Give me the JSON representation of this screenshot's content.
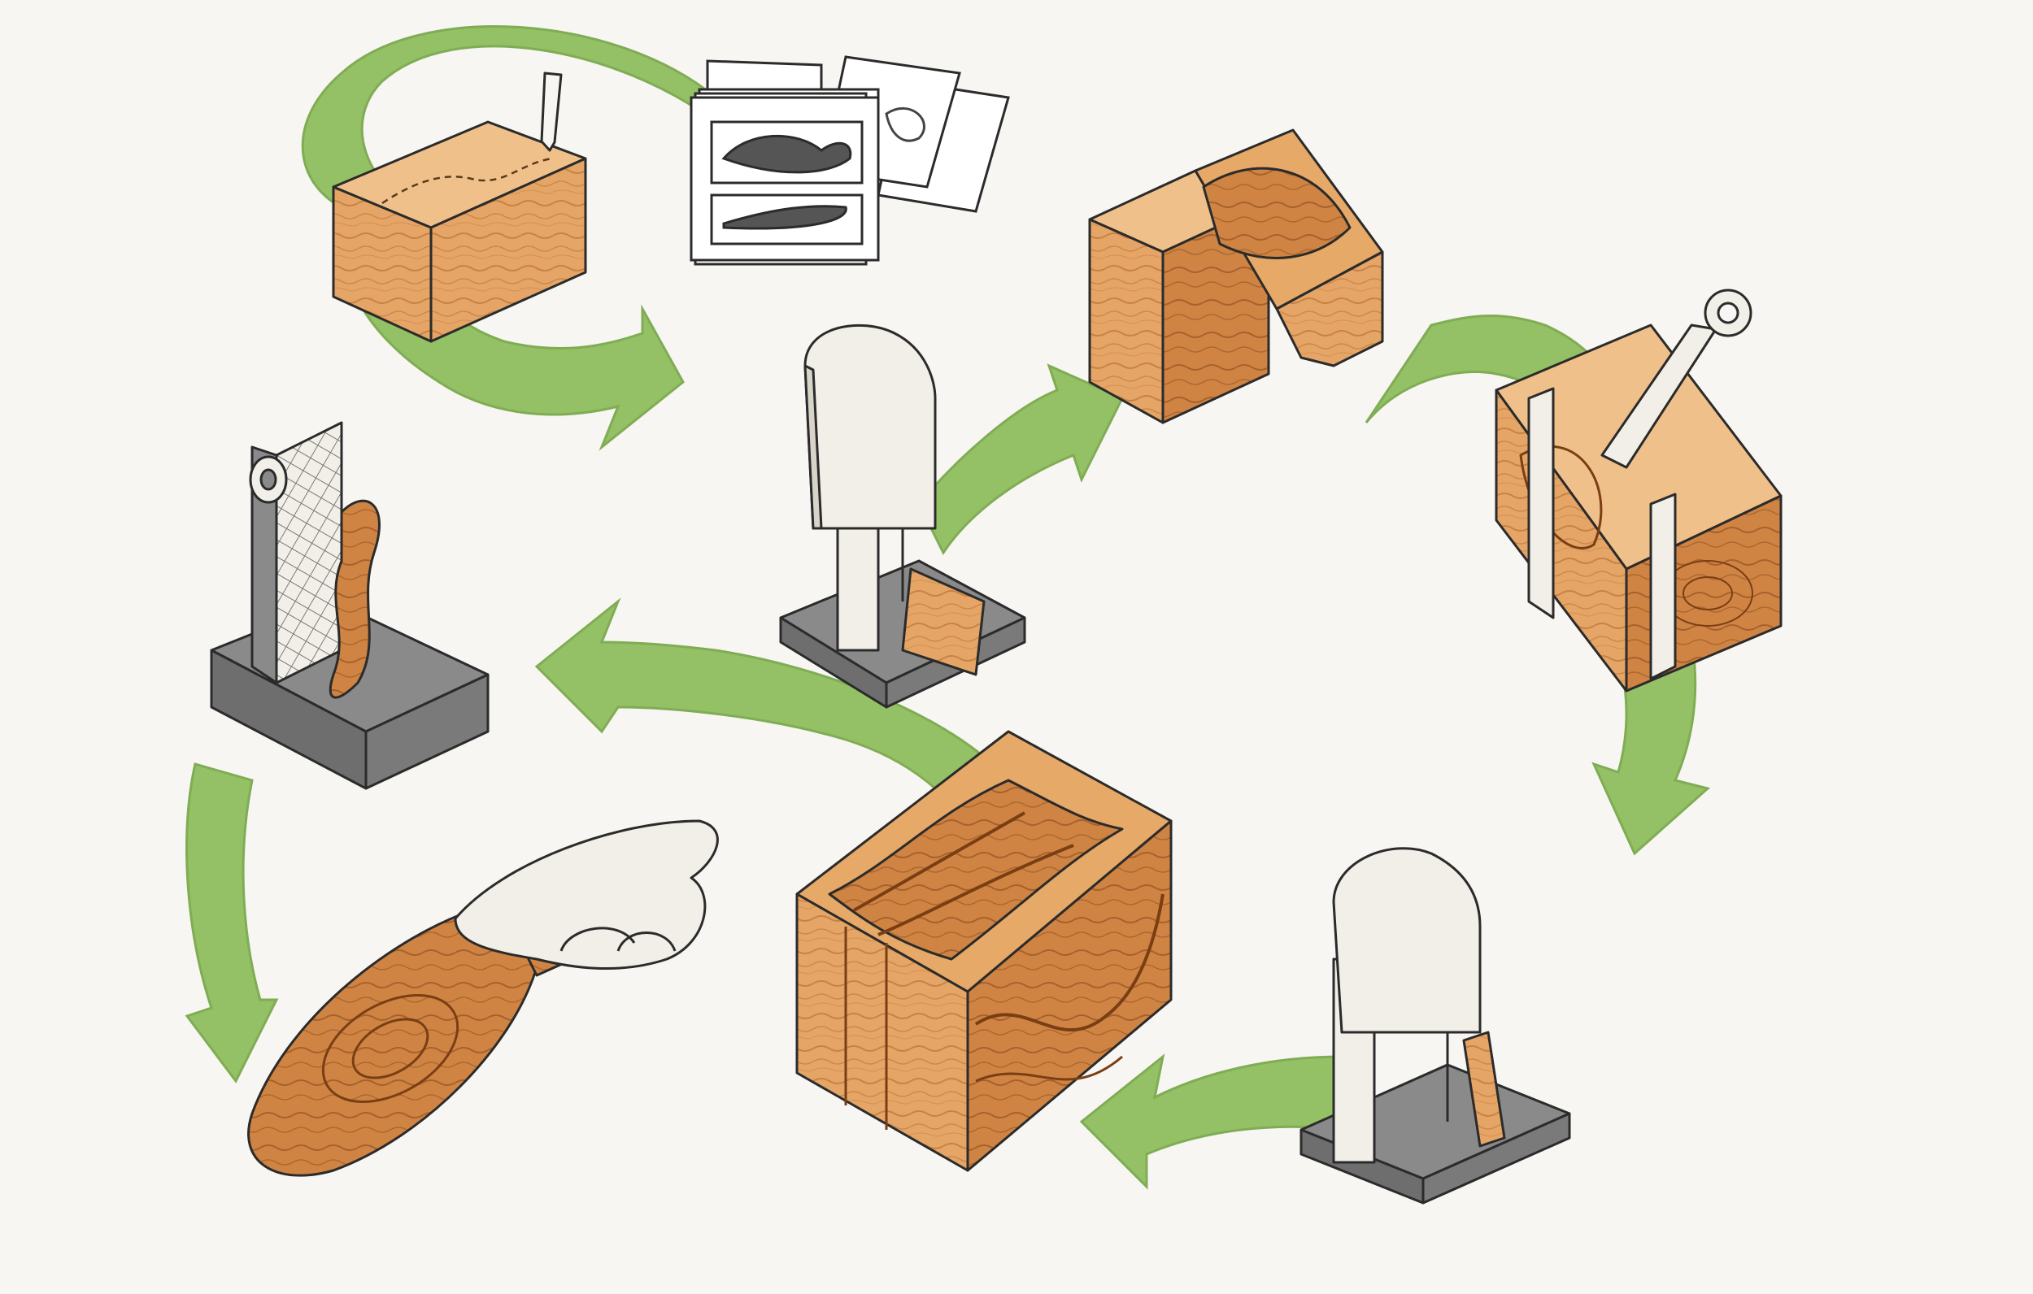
{
  "colors": {
    "paper": "#f7f6f3",
    "arrow_green": "#8fbf5e",
    "arrow_green_dark": "#6fa545",
    "wood_light": "#e9b27a",
    "wood_mid": "#d68a47",
    "wood_dark": "#a85a22",
    "grain": "#8a4a1c",
    "machine_white": "#f2efe8",
    "machine_shadow": "#d9d4ca",
    "base_grey": "#8a8a8a",
    "base_grey_dark": "#6e6e6e",
    "ink": "#2b2b2b"
  },
  "steps": [
    {
      "id": "trace-template",
      "icon": "wood-block-tracing-icon"
    },
    {
      "id": "paper-templates",
      "icon": "template-sheets-icon"
    },
    {
      "id": "cut-blanks",
      "icon": "cut-blank-pieces-icon"
    },
    {
      "id": "clamp-blanks",
      "icon": "clamped-blank-icon"
    },
    {
      "id": "bandsaw-cut-clamped",
      "icon": "bandsaw-icon"
    },
    {
      "id": "cut-profiles",
      "icon": "cut-profiles-icon"
    },
    {
      "id": "bandsaw-cut-single",
      "icon": "bandsaw-icon"
    },
    {
      "id": "belt-sander",
      "icon": "belt-sander-icon"
    },
    {
      "id": "hand-finish",
      "icon": "hand-carving-icon"
    }
  ]
}
